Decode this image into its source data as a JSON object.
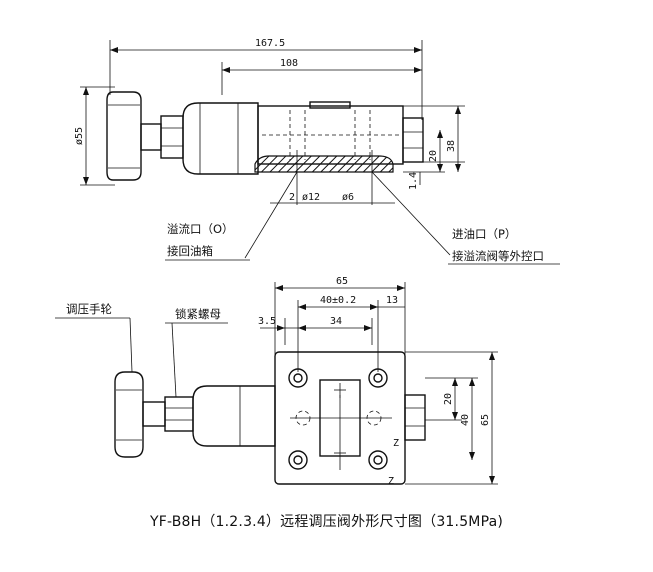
{
  "dimensions": {
    "overall_length": "167.5",
    "body_length": "108",
    "handwheel_dia": "ø55",
    "height_20_side": "20",
    "height_38": "38",
    "port_offset_1_4": "1.4",
    "port_gap_2": "2",
    "port_dia_12": "ø12",
    "port_dia_6": "ø6",
    "width_65": "65",
    "hole_40": "40±0.2",
    "hole_13": "13",
    "edge_3_5": "3.5",
    "spacing_34": "34",
    "front_20": "20",
    "front_40": "40",
    "front_65": "65",
    "z_mark": "Z"
  },
  "labels": {
    "overflow_port_line1": "溢流口（O）",
    "overflow_port_line2": "接回油箱",
    "inlet_port_line1": "进油口（P）",
    "inlet_port_line2": "接溢流阀等外控口",
    "handwheel": "调压手轮",
    "lock_nut": "锁紧螺母"
  },
  "caption": "YF-B8H（1.2.3.4）远程调压阀外形尺寸图（31.5MPa)"
}
